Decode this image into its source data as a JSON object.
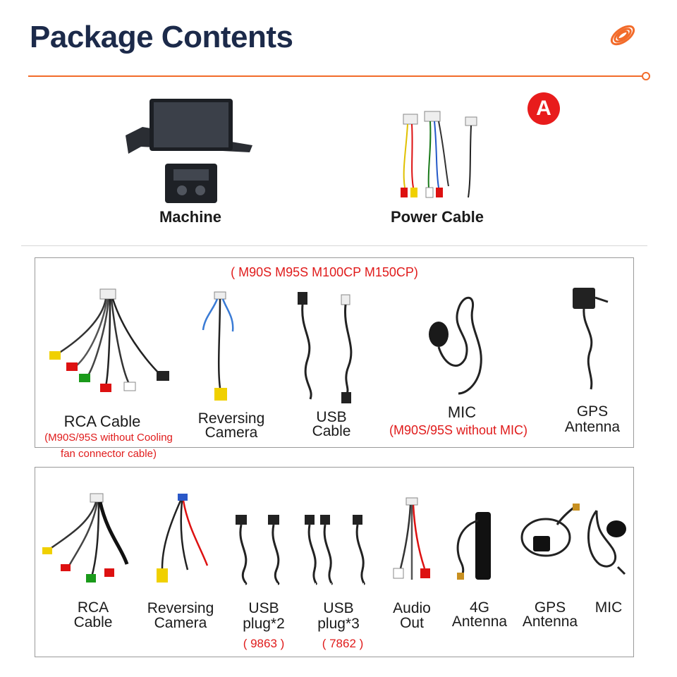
{
  "header": {
    "title": "Package Contents",
    "accent_color": "#f26b2a",
    "logo_icon": "orange-coil-logo"
  },
  "top": {
    "badge": "A",
    "items": [
      {
        "label": "Machine",
        "icon": "car-stereo-unit"
      },
      {
        "label": "Power Cable",
        "icon": "wiring-harness"
      }
    ]
  },
  "box1": {
    "models": "( M90S M95S M100CP M150CP)",
    "items": [
      {
        "line1": "RCA Cable",
        "note1": "(M90S/95S without Cooling",
        "note2": "fan connector cable)"
      },
      {
        "line1": "Reversing",
        "line2": "Camera"
      },
      {
        "line1": "USB",
        "line2": "Cable"
      },
      {
        "line1": "MIC",
        "note1": "(M90S/95S without MIC)"
      },
      {
        "line1": "GPS",
        "line2": "Antenna"
      }
    ]
  },
  "box2": {
    "items": [
      {
        "line1": "RCA",
        "line2": "Cable"
      },
      {
        "line1": "Reversing",
        "line2": "Camera"
      },
      {
        "line1": "USB",
        "line2": "plug*2",
        "code": "( 9863 )"
      },
      {
        "line1": "USB",
        "line2": "plug*3",
        "code": "( 7862 )"
      },
      {
        "line1": "Audio",
        "line2": "Out"
      },
      {
        "line1": "4G",
        "line2": "Antenna"
      },
      {
        "line1": "GPS",
        "line2": "Antenna"
      },
      {
        "line1": "MIC"
      }
    ]
  }
}
